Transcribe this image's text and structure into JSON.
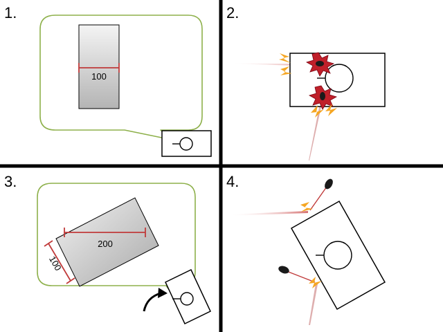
{
  "panels": [
    {
      "label": "1.",
      "dimension": "100"
    },
    {
      "label": "2."
    },
    {
      "label": "3.",
      "dimension_long": "200",
      "dimension_short": "100"
    },
    {
      "label": "4."
    }
  ],
  "colors": {
    "divider": "#000000",
    "bubble_stroke": "#8db04a",
    "dimension_line": "#c03a3a",
    "impact_red": "#c0202a",
    "spark_orange": "#f5a623",
    "shell_dark": "#1a1a1a",
    "trail": "#d8a0a0"
  }
}
